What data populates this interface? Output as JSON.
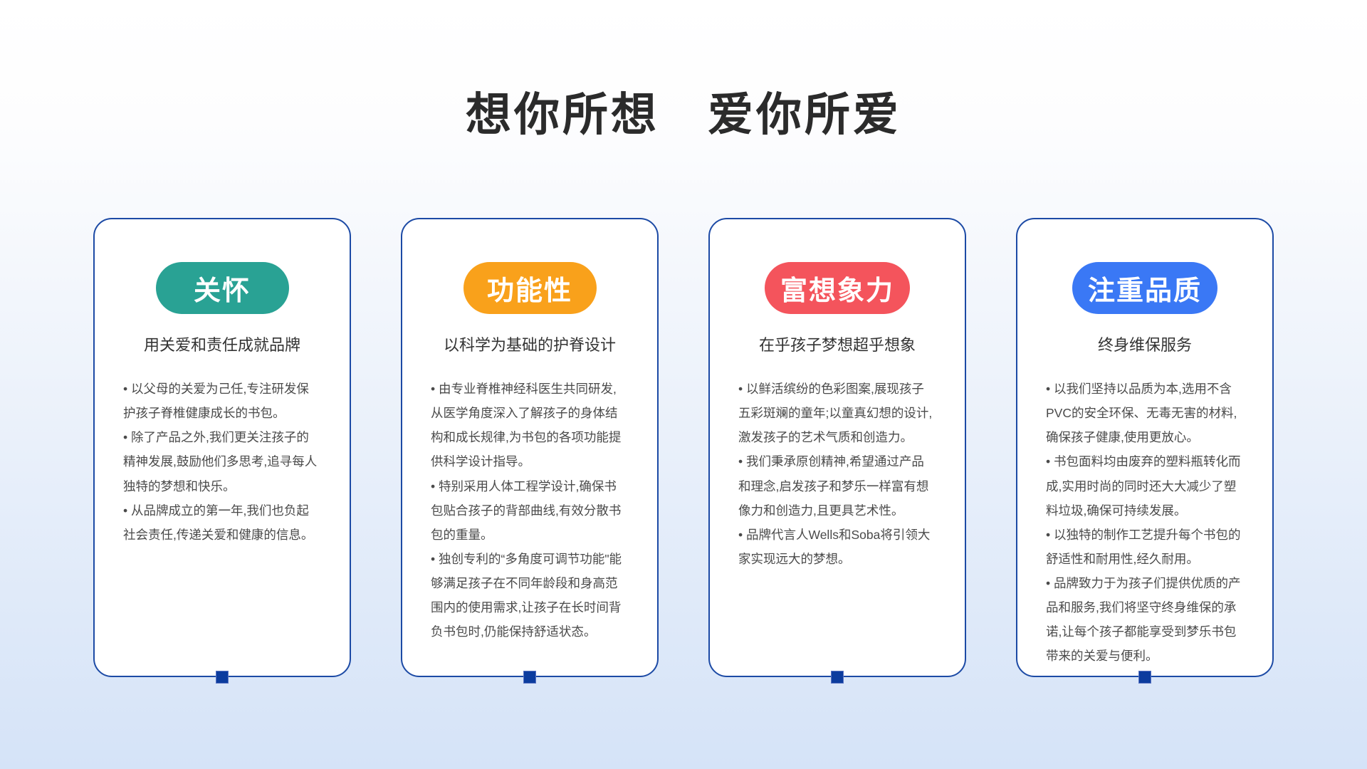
{
  "slide": {
    "title": "想你所想　爱你所爱"
  },
  "colors": {
    "background_top": "#ffffff",
    "background_bottom": "#d5e3f8",
    "card_border": "#1c4aa5",
    "handle": "#0c3c9e",
    "title_text": "#2b2b2b",
    "subtitle_text": "#333333",
    "body_text": "#4a4a4a"
  },
  "cards": [
    {
      "badge": "关怀",
      "badge_color": "#29a294",
      "subtitle": "用关爱和责任成就品牌",
      "bullets": [
        "以父母的关爱为己任,专注研发保护孩子脊椎健康成长的书包。",
        "除了产品之外,我们更关注孩子的精神发展,鼓励他们多思考,追寻每人独特的梦想和快乐。",
        "从品牌成立的第一年,我们也负起社会责任,传递关爱和健康的信息。"
      ]
    },
    {
      "badge": "功能性",
      "badge_color": "#f9a11b",
      "subtitle": "以科学为基础的护脊设计",
      "bullets": [
        "由专业脊椎神经科医生共同研发,从医学角度深入了解孩子的身体结构和成长规律,为书包的各项功能提供科学设计指导。",
        "特别采用人体工程学设计,确保书包贴合孩子的背部曲线,有效分散书包的重量。",
        "独创专利的“多角度可调节功能\"能够满足孩子在不同年龄段和身高范围内的使用需求,让孩子在长时间背负书包时,仍能保持舒适状态。"
      ]
    },
    {
      "badge": "富想象力",
      "badge_color": "#f4545c",
      "subtitle": "在乎孩子梦想超乎想象",
      "bullets": [
        "以鲜活缤纷的色彩图案,展现孩子五彩斑斓的童年;以童真幻想的设计,激发孩子的艺术气质和创造力。",
        "我们秉承原创精神,希望通过产品和理念,启发孩子和梦乐一样富有想像力和创造力,且更具艺术性。",
        "品牌代言人Wells和Soba将引领大家实现远大的梦想。"
      ]
    },
    {
      "badge": "注重品质",
      "badge_color": "#3a78f5",
      "subtitle": "终身维保服务",
      "bullets": [
        "以我们坚持以品质为本,选用不含PVC的安全环保、无毒无害的材料,确保孩子健康,使用更放心。",
        "书包面料均由废弃的塑料瓶转化而成,实用时尚的同时还大大减少了塑料垃圾,确保可持续发展。",
        "以独特的制作工艺提升每个书包的舒适性和耐用性,经久耐用。",
        "品牌致力于为孩子们提供优质的产品和服务,我们将坚守终身维保的承诺,让每个孩子都能享受到梦乐书包带来的关爱与便利。"
      ]
    }
  ]
}
